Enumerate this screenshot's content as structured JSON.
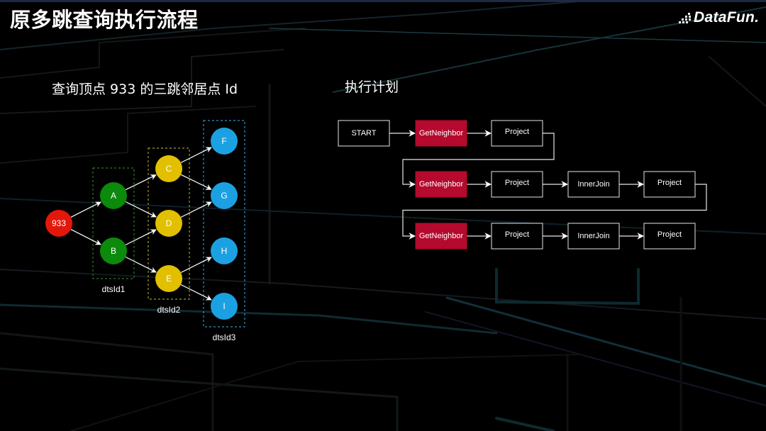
{
  "slide": {
    "title": "原多跳查询执行流程",
    "logo_text": "DataFun."
  },
  "left_panel": {
    "heading": "查询顶点 933 的三跳邻居点 Id",
    "nodes": [
      {
        "id": "933",
        "label": "933",
        "level": 0,
        "color": "#e3170a"
      },
      {
        "id": "A",
        "label": "A",
        "level": 1,
        "color": "#0b8a0b"
      },
      {
        "id": "B",
        "label": "B",
        "level": 1,
        "color": "#0b8a0b"
      },
      {
        "id": "C",
        "label": "C",
        "level": 2,
        "color": "#e2c000"
      },
      {
        "id": "D",
        "label": "D",
        "level": 2,
        "color": "#e2c000"
      },
      {
        "id": "E",
        "label": "E",
        "level": 2,
        "color": "#e2c000"
      },
      {
        "id": "F",
        "label": "F",
        "level": 3,
        "color": "#1ba1e2"
      },
      {
        "id": "G",
        "label": "G",
        "level": 3,
        "color": "#1ba1e2"
      },
      {
        "id": "H",
        "label": "H",
        "level": 3,
        "color": "#1ba1e2"
      },
      {
        "id": "I",
        "label": "I",
        "level": 3,
        "color": "#1ba1e2"
      }
    ],
    "edges": [
      [
        "933",
        "A"
      ],
      [
        "933",
        "B"
      ],
      [
        "A",
        "C"
      ],
      [
        "A",
        "D"
      ],
      [
        "B",
        "D"
      ],
      [
        "B",
        "E"
      ],
      [
        "C",
        "F"
      ],
      [
        "C",
        "G"
      ],
      [
        "D",
        "G"
      ],
      [
        "E",
        "H"
      ],
      [
        "E",
        "I"
      ]
    ],
    "groups": [
      {
        "label": "dtsId1",
        "level": 1,
        "color": "#2a7a2a"
      },
      {
        "label": "dtsId2",
        "level": 2,
        "color": "#a09a30"
      },
      {
        "label": "dtsId3",
        "level": 3,
        "color": "#2f8fbf"
      }
    ]
  },
  "right_panel": {
    "heading": "执行计划",
    "highlight_color": "#b5092d",
    "rows": [
      [
        "START",
        "GetNeighbor",
        "Project"
      ],
      [
        "GetNeighbor",
        "Project",
        "InnerJoin",
        "Project"
      ],
      [
        "GetNeighbor",
        "Project",
        "InnerJoin",
        "Project"
      ]
    ]
  }
}
